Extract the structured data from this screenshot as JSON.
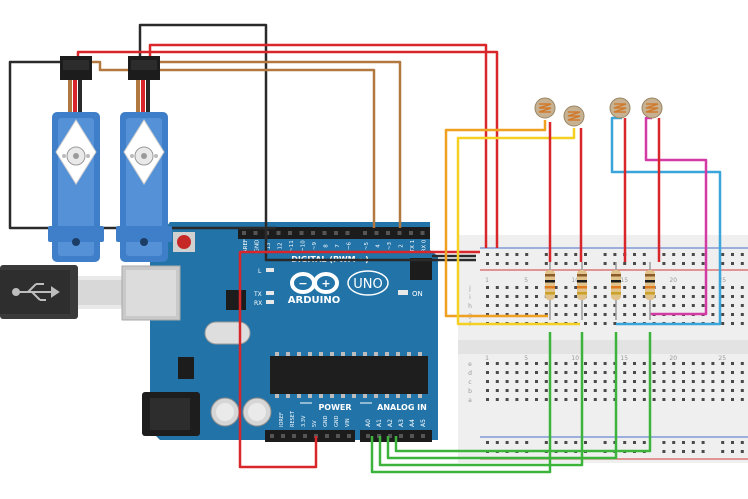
{
  "arduino": {
    "brand": "ARDUINO",
    "model": "UNO",
    "digital_label": "DIGITAL (PWM ~)",
    "analog_label": "ANALOG IN",
    "power_label": "POWER",
    "on_label": "ON",
    "led_l": "L",
    "led_tx": "TX",
    "led_rx": "RX",
    "digital_pins": [
      "AREF",
      "GND",
      "13",
      "12",
      "~11",
      "~10",
      "~9",
      "8",
      "7",
      "~6",
      "~5",
      "4",
      "~3",
      "2",
      "TX 1",
      "RX 0"
    ],
    "power_pins": [
      "IOREF",
      "RESET",
      "3.3V",
      "5V",
      "GND",
      "GND",
      "VIN"
    ],
    "analog_pins": [
      "A0",
      "A1",
      "A2",
      "A3",
      "A4",
      "A5"
    ]
  },
  "breadboard": {
    "row_labels_top": [
      "j",
      "i",
      "h",
      "g",
      "f"
    ],
    "row_labels_bottom": [
      "e",
      "d",
      "c",
      "b",
      "a"
    ],
    "col_numbers": [
      "1",
      "5",
      "10",
      "15",
      "20",
      "25"
    ]
  },
  "colors": {
    "board": "#2173a8",
    "wire_red": "#d8262a",
    "wire_black": "#2a2a2a",
    "wire_brown": "#b17840",
    "wire_orange": "#f0a020",
    "wire_yellow": "#f4d023",
    "wire_blue": "#3aa5db",
    "wire_magenta": "#d43aa3",
    "wire_green": "#3cb43c",
    "servo": "#3f7ec8"
  }
}
